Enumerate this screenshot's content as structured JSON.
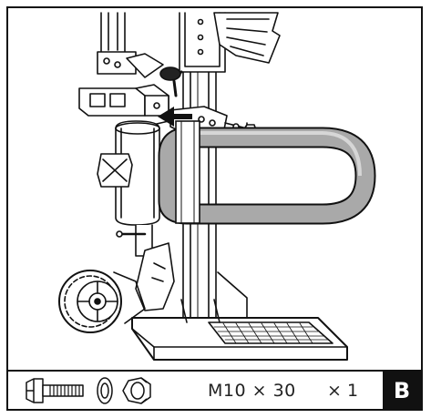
{
  "step": {
    "letter": "B"
  },
  "parts": {
    "spec": "M10 × 30",
    "quantity": "× 1",
    "icons": [
      "hex-bolt-icon",
      "washer-icon",
      "hex-nut-icon"
    ]
  },
  "colors": {
    "line": "#111111",
    "bar_fill": "#a9a9a9",
    "bar_highlight": "#d6d6d6",
    "badge": "#111111"
  }
}
